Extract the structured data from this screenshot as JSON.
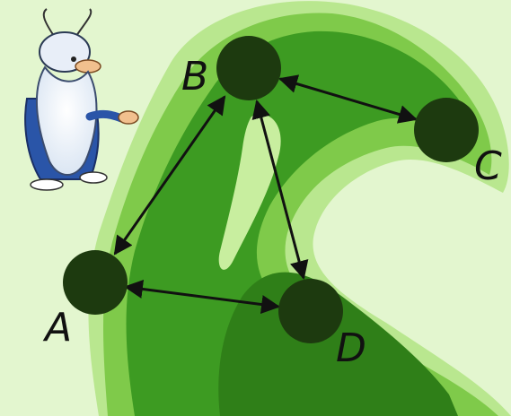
{
  "diagram": {
    "colors": {
      "background": "#f4fbe9",
      "lightest_green": "#e3f6cf",
      "light_green": "#b9e78f",
      "mid_green": "#7fca4a",
      "dark_green": "#3d9b22",
      "node_fill": "#1d3a0f",
      "arrow": "#111111"
    },
    "nodes": [
      {
        "id": "A",
        "label": "A"
      },
      {
        "id": "B",
        "label": "B"
      },
      {
        "id": "C",
        "label": "C"
      },
      {
        "id": "D",
        "label": "D"
      }
    ],
    "edges": [
      {
        "from": "A",
        "to": "B",
        "bidirectional": true
      },
      {
        "from": "B",
        "to": "C",
        "bidirectional": true
      },
      {
        "from": "B",
        "to": "D",
        "bidirectional": true
      },
      {
        "from": "A",
        "to": "D",
        "bidirectional": true
      }
    ],
    "mascot_icon": "bearded-wizard-mascot"
  }
}
